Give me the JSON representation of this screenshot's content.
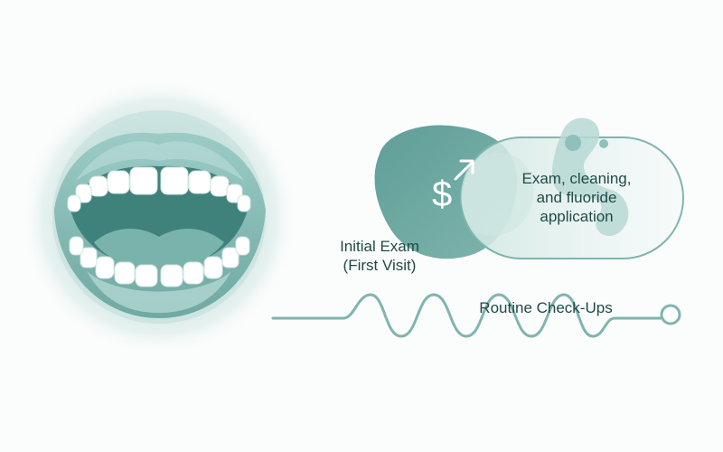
{
  "icons": {
    "mouth": "open-mouth-teeth-icon",
    "price": "dollar-up-arrow-icon",
    "timeline_end": "circle-marker-icon"
  },
  "labels": {
    "initial_exam_line1": "Initial Exam",
    "initial_exam_line2": "(First Visit)",
    "service_line1": "Exam, cleaning,",
    "service_line2": "and fluoride",
    "service_line3": "application",
    "routine": "Routine Check-Ups"
  },
  "colors": {
    "teal_dark": "#5f9e97",
    "teal_mid": "#8ec1bb",
    "teal_light": "#d6ebe8",
    "text": "#1f4a47",
    "tooth": "#ffffff"
  }
}
